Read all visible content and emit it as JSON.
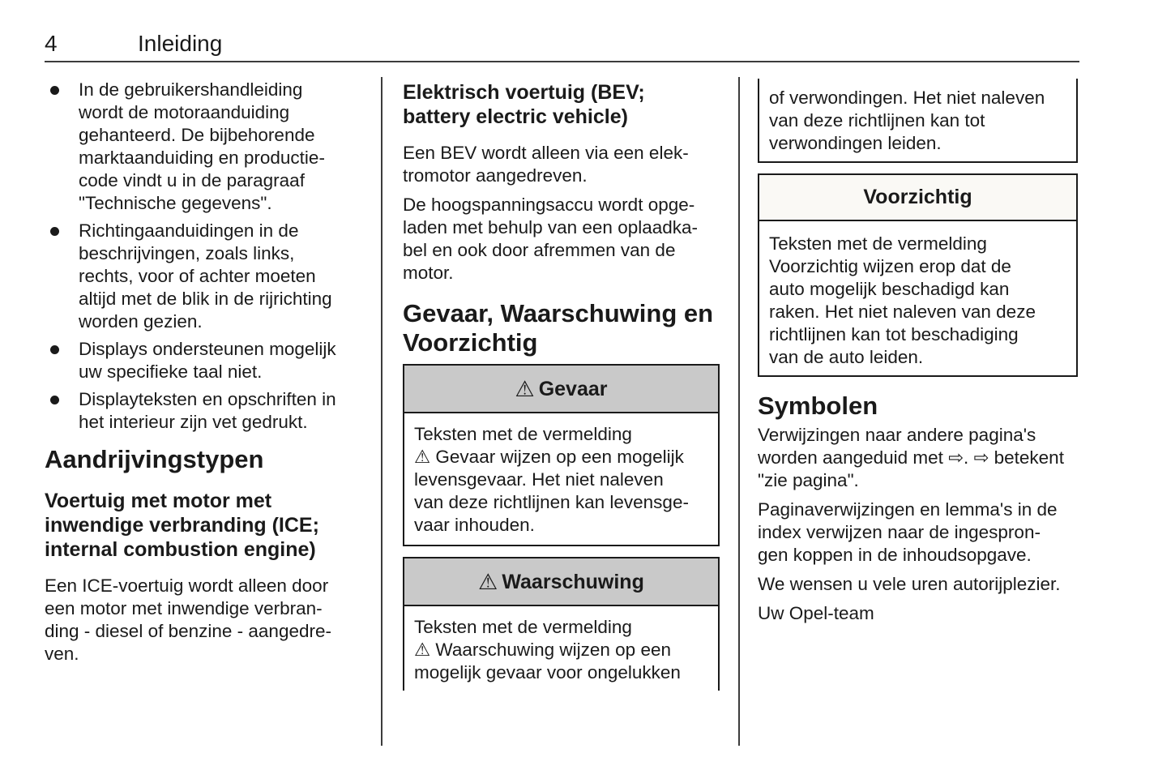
{
  "header": {
    "page_number": "4",
    "chapter_title": "Inleiding"
  },
  "colors": {
    "text": "#1a1a1a",
    "rule": "#3c3c3c",
    "warning_header_bg": "#c9c9c9",
    "caution_header_bg": "#faf9f5"
  },
  "col1": {
    "bullets": [
      "In de gebruikershandleiding\nwordt de motoraanduiding\ngehanteerd. De bijbehorende\nmarktaanduiding en productie-\ncode vindt u in de paragraaf\n\"Technische gegevens\".",
      "Richtingaanduidingen in de\nbeschrijvingen, zoals links,\nrechts, voor of achter moeten\naltijd met de blik in de rijrichting\nworden gezien.",
      "Displays ondersteunen mogelijk\nuw specifieke taal niet.",
      "Displayteksten en opschriften in\nhet interieur zijn vet gedrukt."
    ],
    "section_heading": "Aandrijvingstypen",
    "sub_heading": "Voertuig met motor met\ninwendige verbranding (ICE;\ninternal combustion engine)",
    "paragraph": "Een ICE-voertuig wordt alleen door\neen motor met inwendige verbran-\nding - diesel of benzine - aangedre-\nven."
  },
  "col2": {
    "sub_heading": "Elektrisch voertuig (BEV;\nbattery electric vehicle)",
    "para1": "Een BEV wordt alleen via een elek-\ntromotor aangedreven.",
    "para2": "De hoogspanningsaccu wordt opge-\nladen met behulp van een oplaadka-\nbel en ook door afremmen van de\nmotor.",
    "section_heading": "Gevaar, Waarschuwing en\nVoorzichtig",
    "danger_box": {
      "icon": "warning-triangle",
      "title": "Gevaar",
      "body": "Teksten met de vermelding\n⚠ Gevaar wijzen op een mogelijk\nlevensgevaar. Het niet naleven\nvan deze richtlijnen kan levensge-\nvaar inhouden."
    },
    "warning_box": {
      "icon": "warning-triangle",
      "title": "Waarschuwing",
      "body": "Teksten met de vermelding\n⚠ Waarschuwing wijzen op een\nmogelijk gevaar voor ongelukken"
    }
  },
  "col3": {
    "warning_continuation": "of verwondingen. Het niet naleven\nvan deze richtlijnen kan tot\nverwondingen leiden.",
    "caution_box": {
      "title": "Voorzichtig",
      "body": "Teksten met de vermelding\nVoorzichtig wijzen erop dat de\nauto mogelijk beschadigd kan\nraken. Het niet naleven van deze\nrichtlijnen kan tot beschadiging\nvan de auto leiden."
    },
    "section_heading": "Symbolen",
    "para1": "Verwijzingen naar andere pagina's\nworden aangeduid met ⇨. ⇨ betekent\n\"zie pagina\".",
    "para2": "Paginaverwijzingen en lemma's in de\nindex verwijzen naar de ingespron-\ngen koppen in de inhoudsopgave.",
    "para3": "We wensen u vele uren autorijplezier.",
    "para4": "Uw Opel-team"
  }
}
